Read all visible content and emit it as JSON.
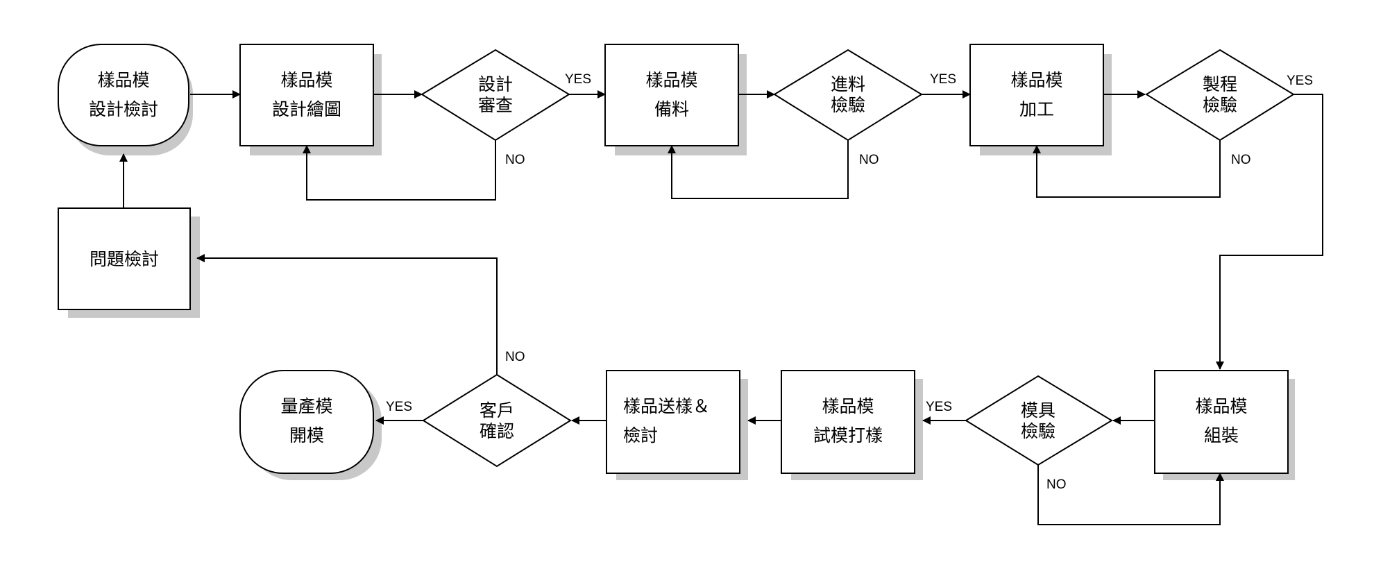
{
  "colors": {
    "line": "#000000",
    "shadow": "#c8c8c8",
    "fill": "#ffffff"
  },
  "nodes": {
    "start": {
      "lines": [
        "樣品模",
        "設計檢討"
      ]
    },
    "drawing": {
      "lines": [
        "樣品模",
        "設計繪圖"
      ]
    },
    "review": {
      "lines": [
        "設計",
        "審查"
      ]
    },
    "prep": {
      "lines": [
        "樣品模",
        "備料"
      ]
    },
    "incoming": {
      "lines": [
        "進料",
        "檢驗"
      ]
    },
    "machining": {
      "lines": [
        "樣品模",
        "加工"
      ]
    },
    "process": {
      "lines": [
        "製程",
        "檢驗"
      ]
    },
    "problem": {
      "lines": [
        "問題檢討"
      ]
    },
    "assembly": {
      "lines": [
        "樣品模",
        "組裝"
      ]
    },
    "mold_insp": {
      "lines": [
        "模具",
        "檢驗"
      ]
    },
    "trial": {
      "lines": [
        "樣品模",
        "試模打樣"
      ]
    },
    "send": {
      "lines": [
        "樣品送樣＆",
        "檢討"
      ]
    },
    "customer": {
      "lines": [
        "客戶",
        "確認"
      ]
    },
    "mass": {
      "lines": [
        "量產模",
        "開模"
      ]
    }
  },
  "edge_labels": {
    "yes": "YES",
    "no": "NO"
  }
}
